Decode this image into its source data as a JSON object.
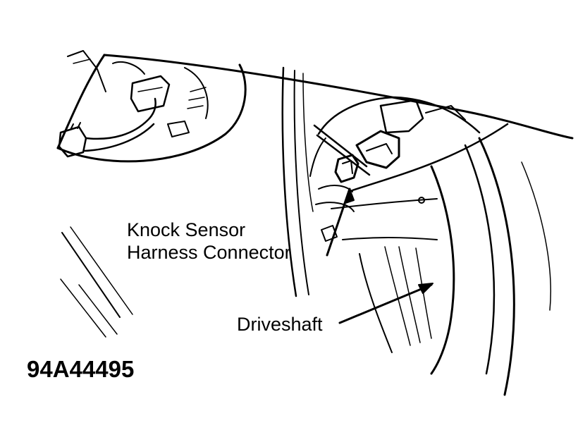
{
  "figure_id": "94A44495",
  "callouts": {
    "knock_sensor_line1": "Knock Sensor",
    "knock_sensor_line2": "Harness Connector",
    "driveshaft": "Driveshaft"
  },
  "colors": {
    "ink": "#000000",
    "paper": "#ffffff"
  }
}
